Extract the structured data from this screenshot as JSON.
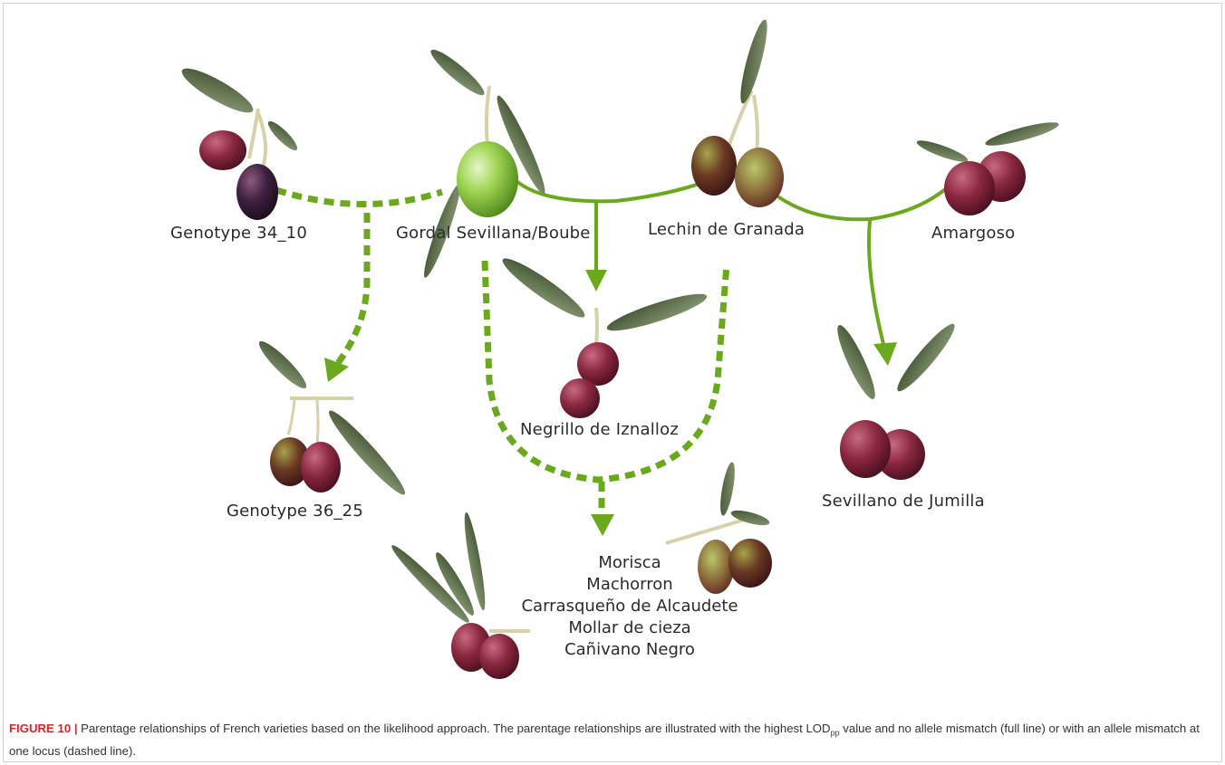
{
  "nodes": {
    "genotype_34_10": "Genotype 34_10",
    "gordal": "Gordal Sevillana/Boube",
    "lechin": "Lechin de Granada",
    "amargoso": "Amargoso",
    "genotype_36_25": "Genotype 36_25",
    "negrillo": "Negrillo de Iznalloz",
    "sevillano": "Sevillano de Jumilla"
  },
  "offspring_group": [
    "Morisca",
    "Machorron",
    "Carrasqueño de Alcaudete",
    "Mollar de cieza",
    "Cañivano Negro"
  ],
  "caption": {
    "label": "FIGURE 10 |",
    "text_before_sub": " Parentage relationships of French varieties based on the likelihood approach. The parentage relationships are illustrated with the highest LOD",
    "sub": "pp",
    "text_after_sub": " value and no allele mismatch (full line) or with an allele mismatch at one locus (dashed line)."
  },
  "colors": {
    "line": "#6aa81e",
    "olive_green": "#8cc63f",
    "olive_purple": "#5a1f33",
    "olive_red": "#8e2d45",
    "leaf": "#556b3a",
    "figure_label": "#d2262b"
  }
}
